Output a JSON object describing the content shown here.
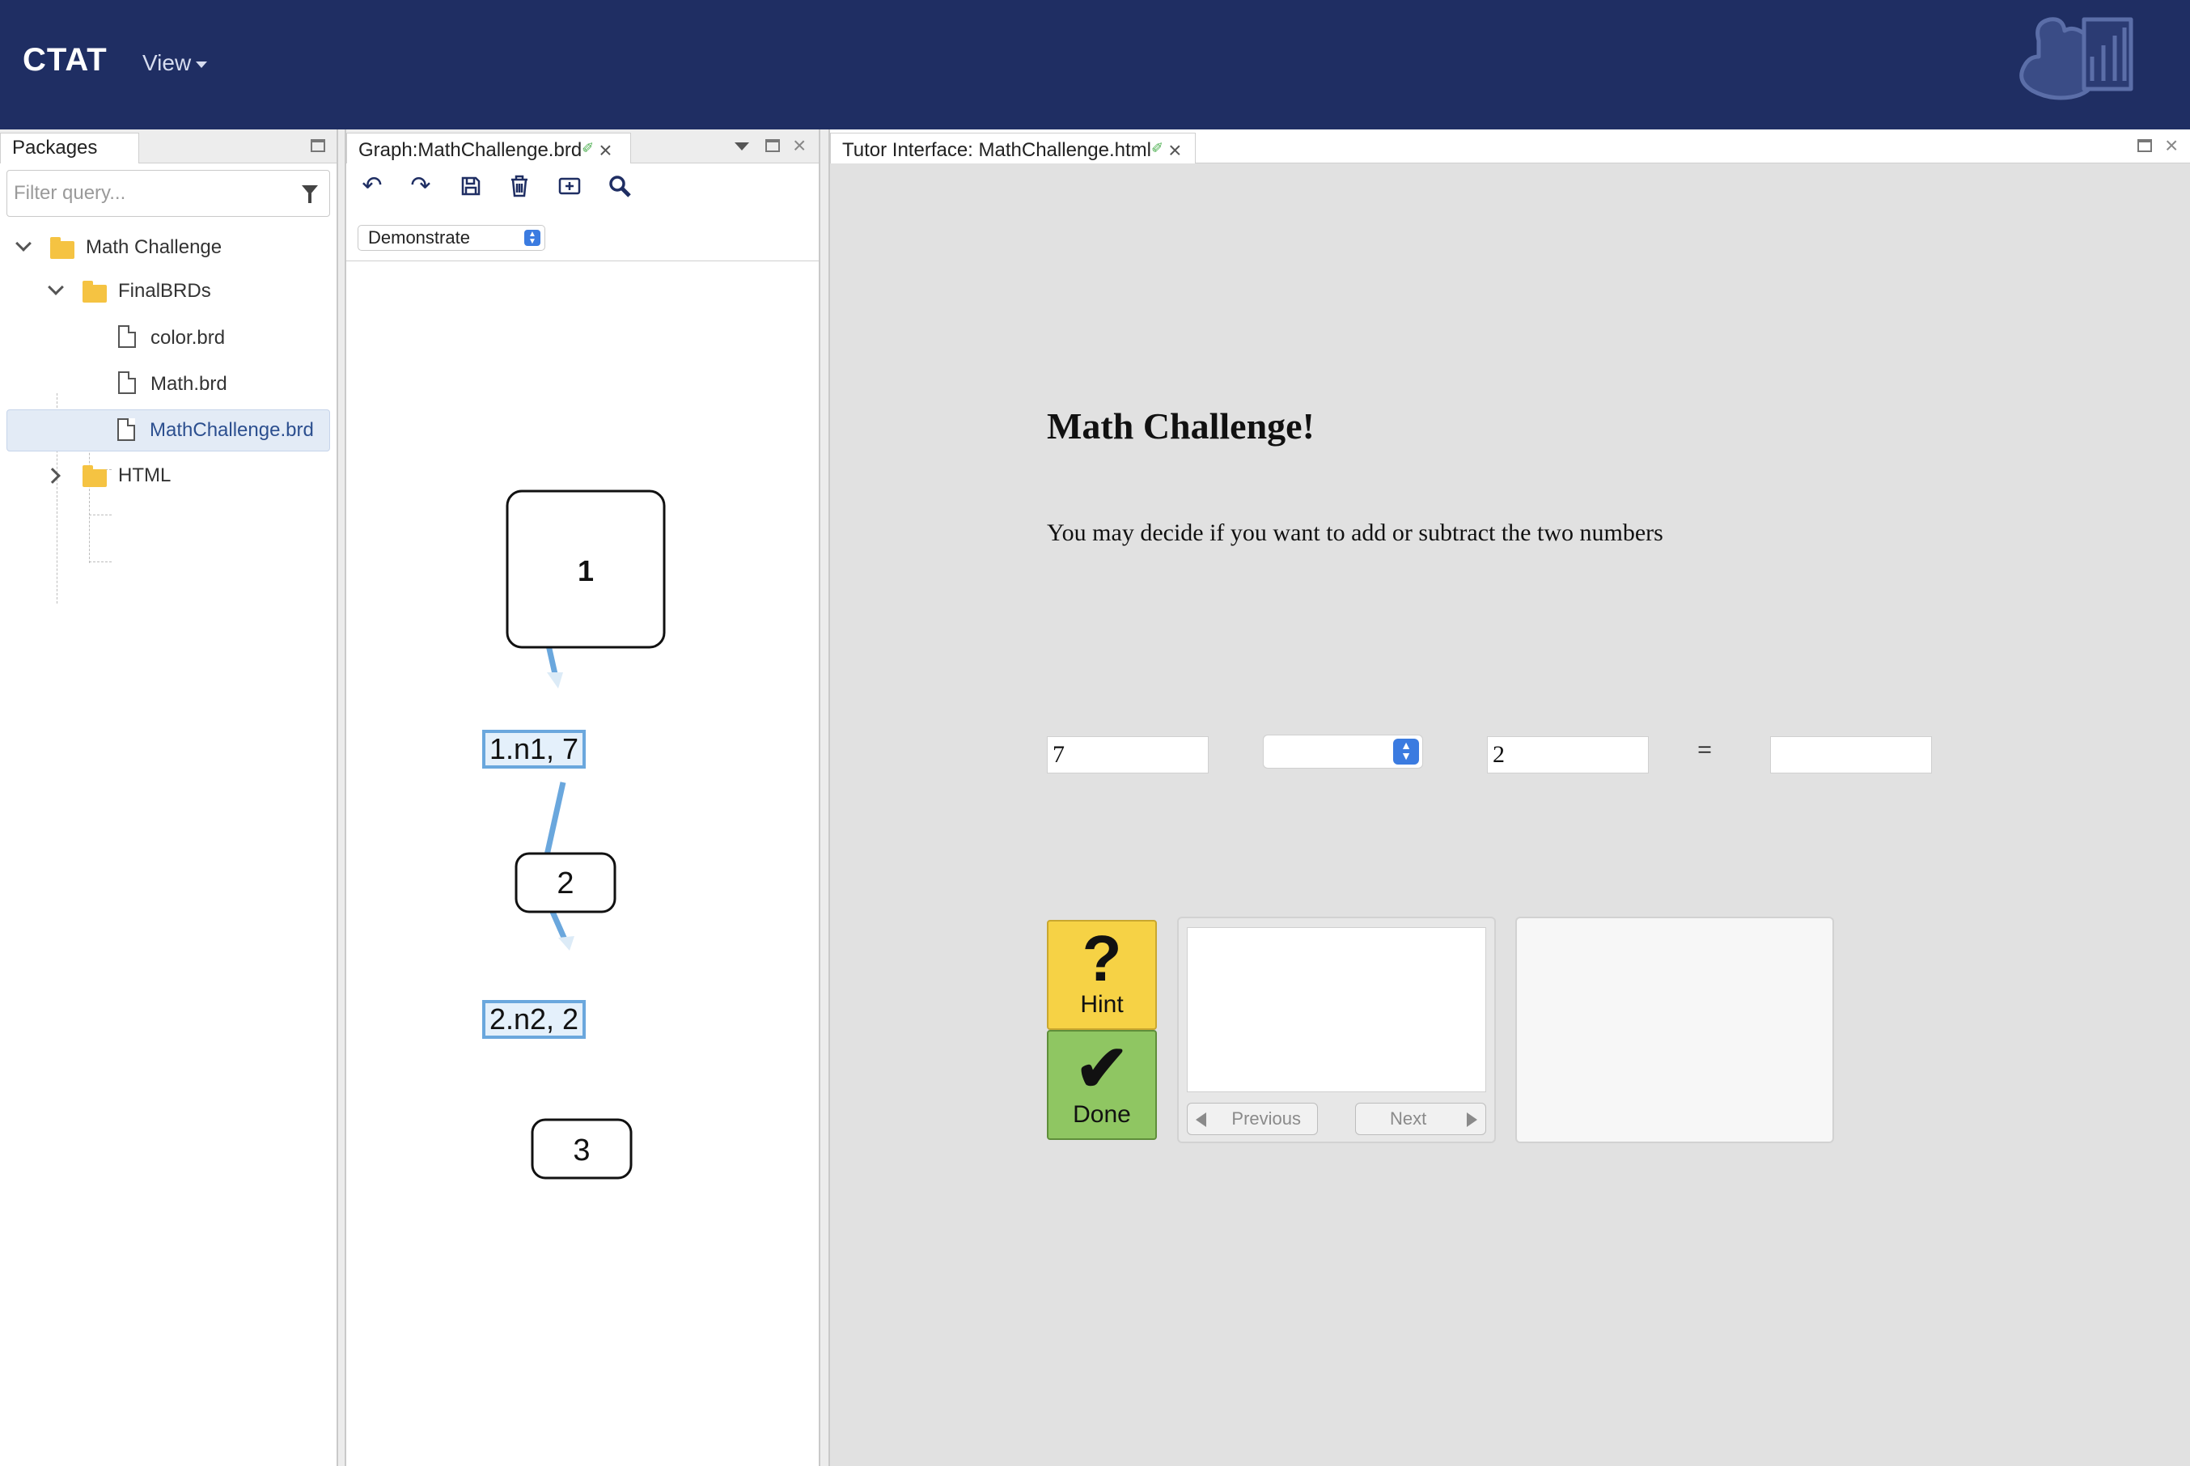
{
  "header": {
    "brand": "CTAT",
    "menu_view": "View",
    "logo_icon": "ctat-mascot-logo-icon"
  },
  "colors": {
    "header_bg": "#1f2e63",
    "accent_blue": "#6aa7dd",
    "hint_yellow": "#f6d245",
    "done_green": "#8fc662",
    "selection_bg": "#e3ebf6"
  },
  "packages": {
    "tab_label": "Packages",
    "filter_placeholder": "Filter query...",
    "tree": {
      "root": "Math Challenge",
      "folder_finalbrds": "FinalBRDs",
      "file_color": "color.brd",
      "file_math": "Math.brd",
      "file_mathchallenge": "MathChallenge.brd",
      "folder_html": "HTML"
    }
  },
  "graph": {
    "tab_label": "Graph:MathChallenge.brd",
    "mode": "Demonstrate",
    "nodes": [
      "1",
      "2",
      "3"
    ],
    "edges": [
      "1.n1, 7",
      "2.n2, 2"
    ]
  },
  "tutor": {
    "tab_label": "Tutor Interface: MathChallenge.html",
    "title": "Math Challenge!",
    "instruction": "You may decide if you want to add or subtract the two numbers",
    "operand1": "7",
    "operator_value": "",
    "operand2": "2",
    "equals": "=",
    "answer": "",
    "hint_label": "Hint",
    "done_label": "Done",
    "previous_label": "Previous",
    "next_label": "Next"
  }
}
